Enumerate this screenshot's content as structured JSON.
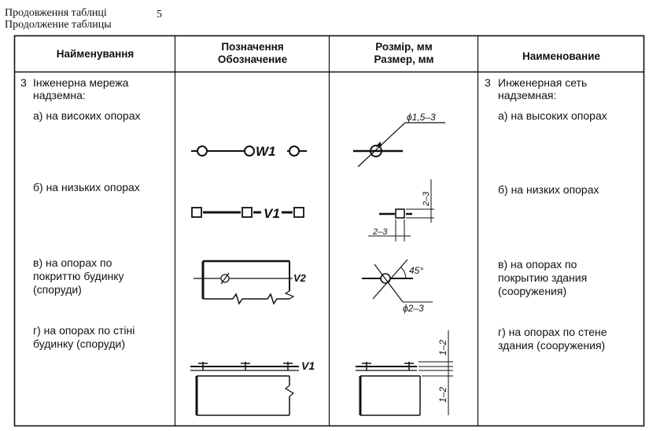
{
  "caption": {
    "line1": "Продовження таблиці",
    "line2": "Продолжение таблицы",
    "number": "5"
  },
  "headers": {
    "name_ua": "Найменування",
    "designation_ua": "Позначення",
    "designation_ru": "Обозначение",
    "size_ua": "Розмір, мм",
    "size_ru": "Размер, мм",
    "name_ru": "Наименование"
  },
  "row": {
    "num": "3",
    "ua_title_l1": "Інженерна мережа",
    "ua_title_l2": "надземна:",
    "ru_title_l1": "Инженерная сеть",
    "ru_title_l2": "надземная:",
    "items": [
      {
        "ua": [
          "а) на високих опорах"
        ],
        "ru": [
          "а) на высоких опорах"
        ],
        "symbol_label": "W1",
        "dim_label": "ϕ1,5–3"
      },
      {
        "ua": [
          "б) на низьких опорах"
        ],
        "ru": [
          "б) на низких опорах"
        ],
        "symbol_label": "V1",
        "dim_label_vert": "2–3",
        "dim_label_horiz": "2–3"
      },
      {
        "ua": [
          "в) на опорах по",
          "покриттю будинку",
          "(споруди)"
        ],
        "ru": [
          "в) на опорах по",
          "покрытию здания",
          "(сооружения)"
        ],
        "symbol_label": "V2",
        "dim_label_angle": "45°",
        "dim_label": "ϕ2–3"
      },
      {
        "ua": [
          "г) на опорах по стіні",
          "будинку (споруди)"
        ],
        "ru": [
          "г) на опорах по стене",
          "здания (сооружения)"
        ],
        "symbol_label": "V1",
        "dim_label_top": "1–2",
        "dim_label_bottom": "1–2"
      }
    ]
  },
  "colors": {
    "ink": "#111111",
    "paper": "#ffffff"
  }
}
